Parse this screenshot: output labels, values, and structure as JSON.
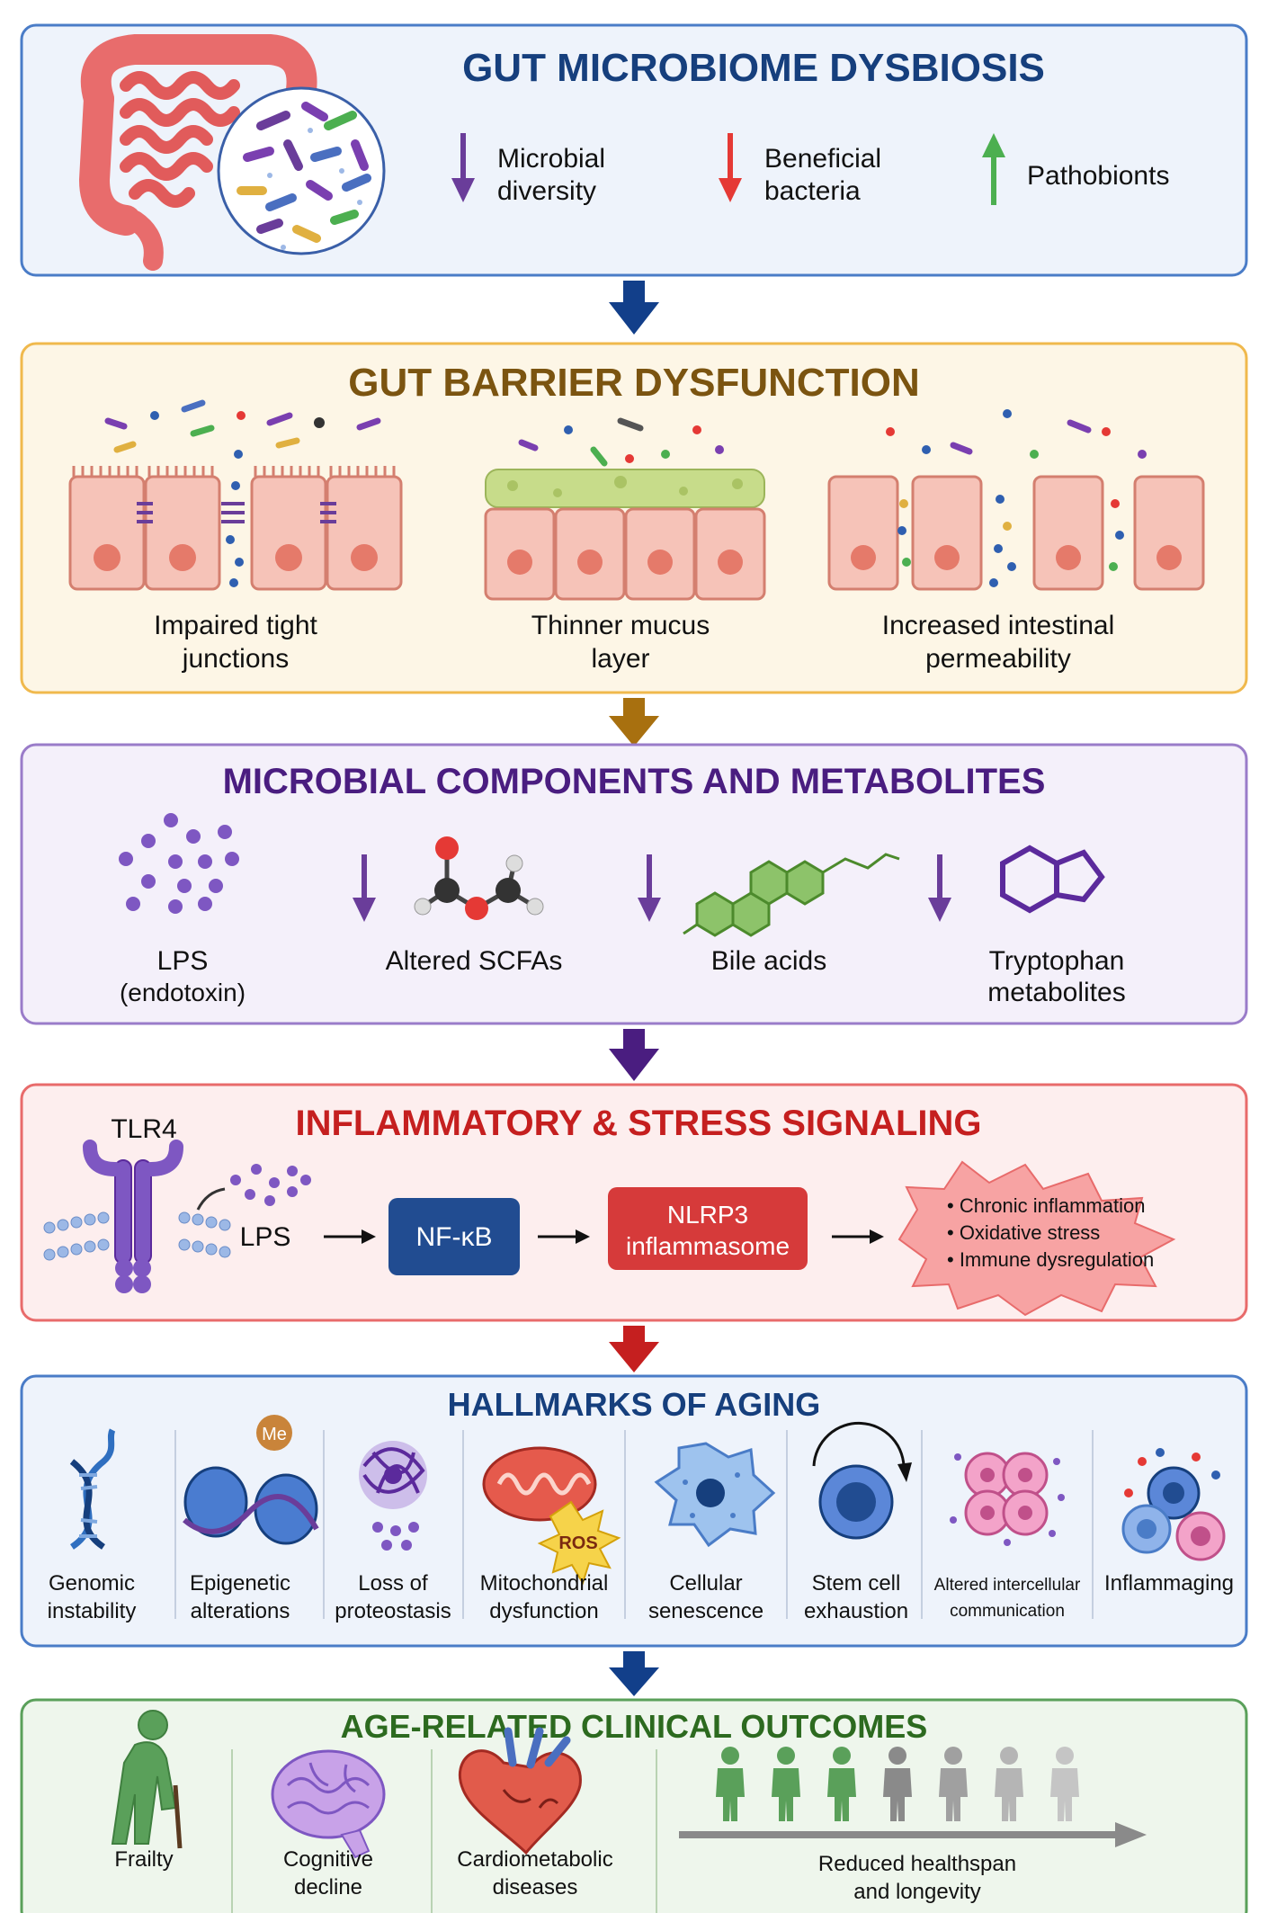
{
  "sections": {
    "dysbiosis": {
      "title": "GUT MICROBIOME DYSBIOSIS",
      "items": [
        {
          "line1": "Microbial",
          "line2": "diversity",
          "direction": "down",
          "color": "#6a3d9a"
        },
        {
          "line1": "Beneficial",
          "line2": "bacteria",
          "direction": "down",
          "color": "#e53935"
        },
        {
          "line1": "Pathobionts",
          "line2": "",
          "direction": "up",
          "color": "#4caf50"
        }
      ],
      "colors": {
        "border": "#4a7cc7",
        "bg": "#eef3fb",
        "title": "#163f7d"
      }
    },
    "barrier": {
      "title": "GUT BARRIER DYSFUNCTION",
      "panels": [
        {
          "line1": "Impaired tight",
          "line2": "junctions"
        },
        {
          "line1": "Thinner mucus",
          "line2": "layer"
        },
        {
          "line1": "Increased intestinal",
          "line2": "permeability"
        }
      ],
      "colors": {
        "border": "#f0b94d",
        "bg": "#fdf6e6",
        "title": "#7b5410"
      }
    },
    "metabolites": {
      "title": "MICROBIAL COMPONENTS AND METABOLITES",
      "items": [
        {
          "line1": "LPS",
          "line2": "(endotoxin)"
        },
        {
          "line1": "Altered SCFAs",
          "line2": ""
        },
        {
          "line1": "Bile acids",
          "line2": ""
        },
        {
          "line1": "Tryptophan",
          "line2": "metabolites"
        }
      ],
      "colors": {
        "border": "#9a7cc9",
        "bg": "#f4f0fa",
        "title": "#4a1d80"
      }
    },
    "signaling": {
      "title": "INFLAMMATORY & STRESS SIGNALING",
      "receptor": "TLR4",
      "ligand": "LPS",
      "node1": "NF-κB",
      "node2_line1": "NLRP3",
      "node2_line2": "inflammasome",
      "outcomes": [
        "• Chronic inflammation",
        "• Oxidative stress",
        "• Immune dysregulation"
      ],
      "colors": {
        "border": "#e86b6b",
        "bg": "#fdeeee",
        "title": "#c51f1f",
        "node1": "#214c91",
        "node2": "#d63a3a",
        "burst": "#f7a3a3"
      }
    },
    "hallmarks": {
      "title": "HALLMARKS OF AGING",
      "items": [
        {
          "line1": "Genomic",
          "line2": "instability"
        },
        {
          "line1": "Epigenetic",
          "line2": "alterations",
          "badge": "Me"
        },
        {
          "line1": "Loss of",
          "line2": "proteostasis"
        },
        {
          "line1": "Mitochondrial",
          "line2": "dysfunction",
          "badge": "ROS"
        },
        {
          "line1": "Cellular",
          "line2": "senescence"
        },
        {
          "line1": "Stem cell",
          "line2": "exhaustion"
        },
        {
          "line1": "Altered intercellular",
          "line2": "communication"
        },
        {
          "line1": "Inflammaging",
          "line2": ""
        }
      ],
      "colors": {
        "border": "#4a7cc7",
        "bg": "#eef3fb",
        "title": "#163f7d"
      }
    },
    "outcomes": {
      "title": "AGE-RELATED CLINICAL OUTCOMES",
      "items": [
        {
          "line1": "Frailty",
          "line2": ""
        },
        {
          "line1": "Cognitive",
          "line2": "decline"
        },
        {
          "line1": "Cardiometabolic",
          "line2": "diseases"
        },
        {
          "line1": "Reduced healthspan",
          "line2": "and longevity"
        }
      ],
      "colors": {
        "border": "#5aa05a",
        "bg": "#eef6ec",
        "title": "#2c6a1f"
      }
    }
  },
  "connector_colors": [
    "#123f8a",
    "#a8700f",
    "#4a1d80",
    "#c51f1f",
    "#123f8a"
  ]
}
